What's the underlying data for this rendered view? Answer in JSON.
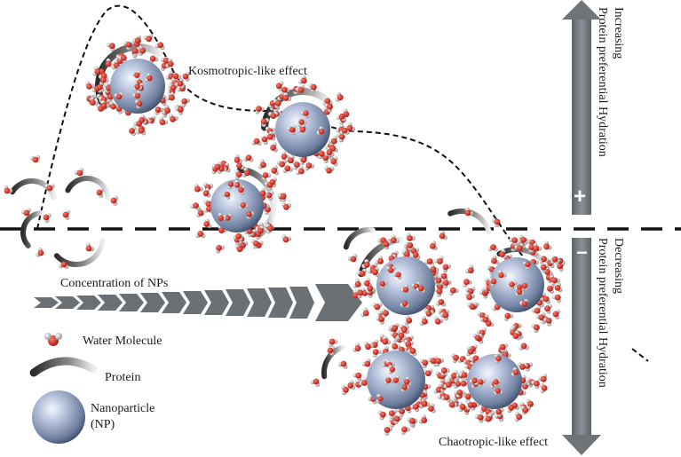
{
  "labels": {
    "kosmotropic": "Kosmotropic-like effect",
    "chaotropic": "Chaotropic-like effect",
    "concentration": "Concentration of NPs",
    "increasing_line1": "Increasing",
    "increasing_line2": "Protein  preferential  Hydration",
    "decreasing_line1": "Decreasing",
    "decreasing_line2": "Protein  preferential  Hydration",
    "plus": "+",
    "minus": "−"
  },
  "legend": {
    "water": "Water Molecule",
    "protein": "Protein",
    "nanoparticle_line1": "Nanoparticle",
    "nanoparticle_line2": "(NP)"
  },
  "colors": {
    "sphere_light": "#e6ecf6",
    "sphere_mid": "#9aa9c8",
    "sphere_dark": "#3c4a66",
    "water_red": "#d42a20",
    "water_grey": "#c9c9c9",
    "arrow": "#6f7478",
    "dash": "#111111"
  }
}
